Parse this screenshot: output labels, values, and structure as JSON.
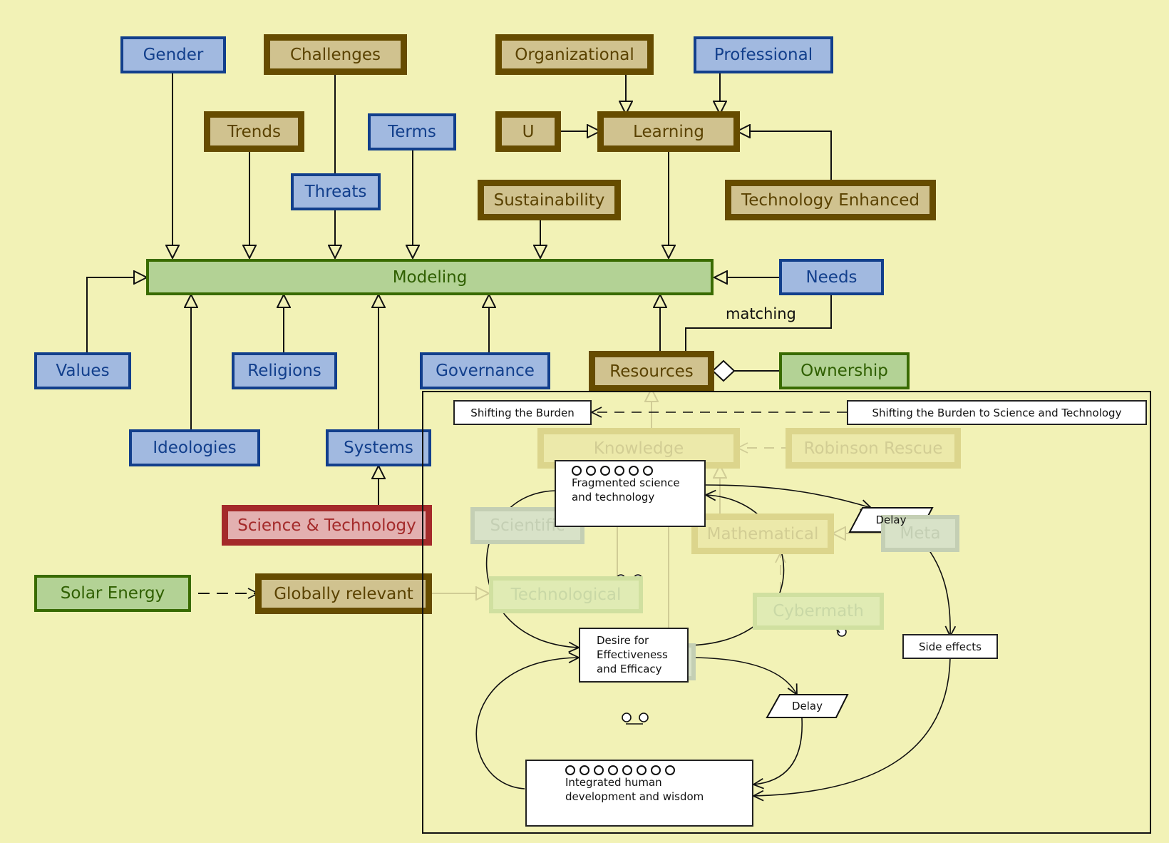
{
  "colors": {
    "background": "#f2f2b6",
    "blue_fill": "#a1b9e0",
    "blue_border": "#123f8c",
    "brown_fill": "#d0c28f",
    "brown_border": "#664c00",
    "green_fill": "#b3d295",
    "green_border": "#396b00",
    "red_fill": "#e3b0b0",
    "red_border": "#a42a2a"
  },
  "nodes": {
    "gender": "Gender",
    "challenges": "Challenges",
    "organizational": "Organizational",
    "professional": "Professional",
    "trends": "Trends",
    "terms": "Terms",
    "u": "U",
    "learning": "Learning",
    "threats": "Threats",
    "sustainability": "Sustainability",
    "technology_enhanced": "Technology Enhanced",
    "modeling": "Modeling",
    "needs": "Needs",
    "values": "Values",
    "religions": "Religions",
    "governance": "Governance",
    "resources": "Resources",
    "ownership": "Ownership",
    "ideologies": "Ideologies",
    "systems": "Systems",
    "science_technology": "Science & Technology",
    "solar_energy": "Solar Energy",
    "globally_relevant": "Globally relevant"
  },
  "faded_nodes": {
    "knowledge": "Knowledge",
    "robinson_rescue": "Robinson Rescue",
    "scientific": "Scientific",
    "mathematical": "Mathematical",
    "meta": "Meta",
    "technological": "Technological",
    "cybermath": "Cybermath"
  },
  "edge_labels": {
    "matching": "matching"
  },
  "archetype": {
    "title_left": "Shifting the Burden",
    "title_right": "Shifting the Burden to Science and Technology",
    "fragmented": {
      "label": "Fragmented science and technology",
      "line1": "Fragmented science",
      "line2": "and technology",
      "circle_count": 6
    },
    "desire": {
      "line1": "Desire for",
      "line2": "Effectiveness",
      "line3": "and Efficacy"
    },
    "integrated": {
      "line1": "Integrated human",
      "line2": "development and wisdom",
      "circle_count": 8
    },
    "delay_top": "Delay",
    "delay_bottom": "Delay",
    "side_effects": "Side effects"
  }
}
